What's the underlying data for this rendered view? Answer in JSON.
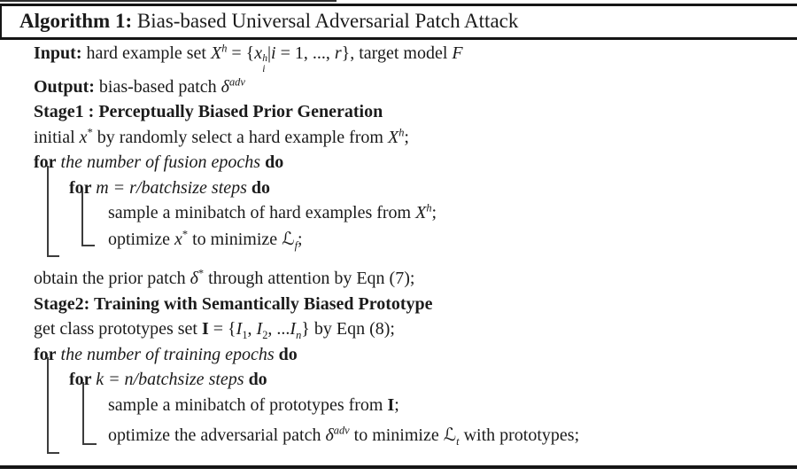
{
  "title": {
    "label": "Algorithm 1:",
    "text": " Bias-based Universal Adversarial Patch Attack"
  },
  "colors": {
    "background": "#ffffff",
    "text": "#1b1b1b",
    "rule": "#151515",
    "scope_line": "#3c3c3c"
  },
  "algorithm": {
    "lines": [
      {
        "indent": 0,
        "segs": [
          {
            "t": "Input:",
            "c": "b"
          },
          {
            "t": " hard example set ",
            "c": ""
          },
          {
            "t": "X",
            "c": "cal"
          },
          {
            "t": "h",
            "c": "sup m"
          },
          {
            "t": " = {",
            "c": ""
          },
          {
            "t": "x",
            "c": "m"
          },
          {
            "t": "h|i",
            "c": "stack"
          },
          {
            "t": "|",
            "c": ""
          },
          {
            "t": "i",
            "c": "m"
          },
          {
            "t": " = 1, ..., ",
            "c": ""
          },
          {
            "t": "r",
            "c": "m"
          },
          {
            "t": "}, target model ",
            "c": ""
          },
          {
            "t": "F",
            "c": "m"
          }
        ]
      },
      {
        "indent": 0,
        "segs": [
          {
            "t": "Output:",
            "c": "b"
          },
          {
            "t": " bias-based patch ",
            "c": ""
          },
          {
            "t": "δ",
            "c": "m"
          },
          {
            "t": "adv",
            "c": "sup m"
          }
        ]
      },
      {
        "indent": 0,
        "segs": [
          {
            "t": "Stage1 : Perceptually Biased Prior Generation",
            "c": "b"
          }
        ]
      },
      {
        "indent": 0,
        "segs": [
          {
            "t": "initial ",
            "c": ""
          },
          {
            "t": "x",
            "c": "m"
          },
          {
            "t": "*",
            "c": "sup"
          },
          {
            "t": " by randomly select a hard example from ",
            "c": ""
          },
          {
            "t": "X",
            "c": "cal"
          },
          {
            "t": "h",
            "c": "sup m"
          },
          {
            "t": ";",
            "c": ""
          }
        ]
      },
      {
        "indent": 0,
        "segs": [
          {
            "t": "for",
            "c": "b"
          },
          {
            "t": " the number of fusion epochs ",
            "c": "i"
          },
          {
            "t": "do",
            "c": "b"
          }
        ]
      },
      {
        "indent": 1,
        "segs": [
          {
            "t": "for ",
            "c": "b"
          },
          {
            "t": "m = r/batchsize",
            "c": "m"
          },
          {
            "t": " steps ",
            "c": "i"
          },
          {
            "t": "do",
            "c": "b"
          }
        ]
      },
      {
        "indent": 2,
        "segs": [
          {
            "t": "sample a minibatch of hard examples from ",
            "c": ""
          },
          {
            "t": "X",
            "c": "cal"
          },
          {
            "t": "h",
            "c": "sup m"
          },
          {
            "t": ";",
            "c": ""
          }
        ]
      },
      {
        "indent": 2,
        "segs": [
          {
            "t": "optimize ",
            "c": ""
          },
          {
            "t": "x",
            "c": "m"
          },
          {
            "t": "*",
            "c": "sup"
          },
          {
            "t": " to minimize ",
            "c": ""
          },
          {
            "t": "ℒ",
            "c": "scriptL"
          },
          {
            "t": "f",
            "c": "sub m"
          },
          {
            "t": ";",
            "c": ""
          }
        ]
      },
      {
        "indent": 0,
        "gap": "lg",
        "segs": [
          {
            "t": "obtain the prior patch ",
            "c": ""
          },
          {
            "t": "δ",
            "c": "m"
          },
          {
            "t": "*",
            "c": "sup"
          },
          {
            "t": " through attention by Eqn (7);",
            "c": ""
          }
        ]
      },
      {
        "indent": 0,
        "segs": [
          {
            "t": "Stage2: Training with Semantically Biased Prototype",
            "c": "b"
          }
        ]
      },
      {
        "indent": 0,
        "segs": [
          {
            "t": "get class prototypes set ",
            "c": ""
          },
          {
            "t": "I",
            "c": "mb"
          },
          {
            "t": " = {",
            "c": ""
          },
          {
            "t": "I",
            "c": "m"
          },
          {
            "t": "1",
            "c": "sub"
          },
          {
            "t": ", ",
            "c": ""
          },
          {
            "t": "I",
            "c": "m"
          },
          {
            "t": "2",
            "c": "sub"
          },
          {
            "t": ", ...",
            "c": ""
          },
          {
            "t": "I",
            "c": "m"
          },
          {
            "t": "n",
            "c": "sub m"
          },
          {
            "t": "} by Eqn (8);",
            "c": ""
          }
        ]
      },
      {
        "indent": 0,
        "segs": [
          {
            "t": "for",
            "c": "b"
          },
          {
            "t": " the number of training epochs ",
            "c": "i"
          },
          {
            "t": "do",
            "c": "b"
          }
        ]
      },
      {
        "indent": 1,
        "segs": [
          {
            "t": "for ",
            "c": "b"
          },
          {
            "t": "k = n/batchsize",
            "c": "m"
          },
          {
            "t": " steps ",
            "c": "i"
          },
          {
            "t": "do",
            "c": "b"
          }
        ]
      },
      {
        "indent": 2,
        "segs": [
          {
            "t": "sample a minibatch of prototypes from ",
            "c": ""
          },
          {
            "t": "I",
            "c": "mb"
          },
          {
            "t": ";",
            "c": ""
          }
        ]
      },
      {
        "indent": 2,
        "gap": "sm",
        "segs": [
          {
            "t": "optimize the adversarial patch ",
            "c": ""
          },
          {
            "t": "δ",
            "c": "m"
          },
          {
            "t": "adv",
            "c": "sup m"
          },
          {
            "t": " to minimize ",
            "c": ""
          },
          {
            "t": "ℒ",
            "c": "scriptL"
          },
          {
            "t": "t",
            "c": "sub m"
          },
          {
            "t": " with prototypes;",
            "c": ""
          }
        ]
      }
    ]
  }
}
